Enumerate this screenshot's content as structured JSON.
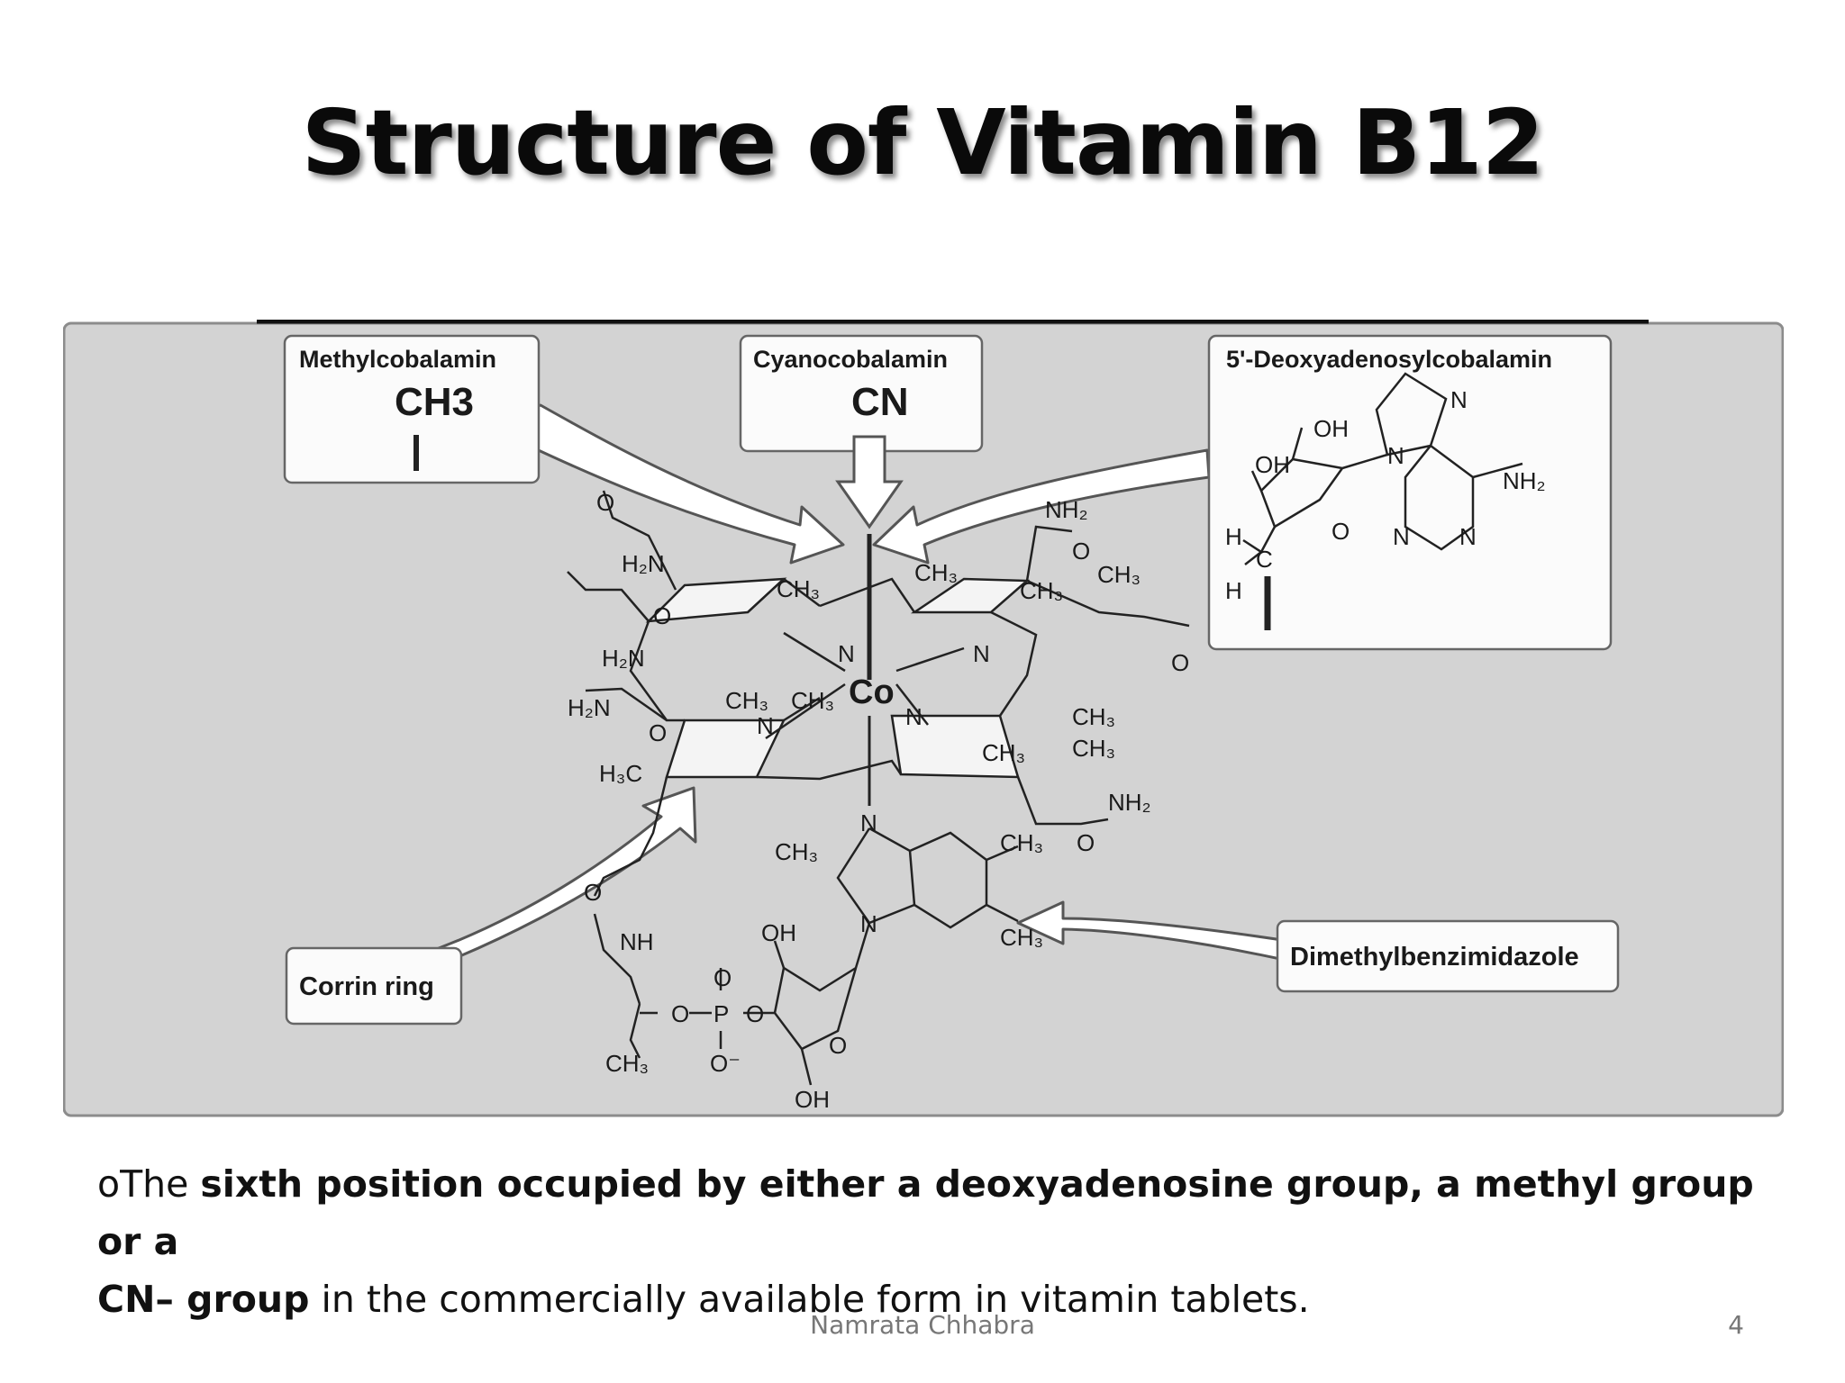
{
  "slide": {
    "title": "Structure of Vitamin B12",
    "bullet_marker": "o",
    "caption_prefix": "The ",
    "caption_bold_1": "sixth position occupied by either a deoxyadenosine group, a methyl group or a",
    "caption_bold_2": "CN– group",
    "caption_suffix": " in the commercially available form in vitamin tablets.",
    "author": "Namrata Chhabra",
    "page_number": "4"
  },
  "figure": {
    "methyl_label": "Methylcobalamin",
    "methyl_formula": "CH3",
    "cyano_label": "Cyanocobalamin",
    "cyano_formula": "CN",
    "deoxy_label": "5'-Deoxyadenosylcobalamin",
    "corrin_label": "Corrin ring",
    "dmb_label": "Dimethylbenzimidazole",
    "center_atom": "Co",
    "atoms": {
      "h2n": "H₂N",
      "h3c": "H₃C",
      "ch3": "CH₃",
      "nh2": "NH₂",
      "n": "N",
      "o": "O",
      "oh": "OH",
      "nh": "NH",
      "p": "P",
      "o_minus": "O⁻",
      "h": "H",
      "c": "C"
    }
  }
}
